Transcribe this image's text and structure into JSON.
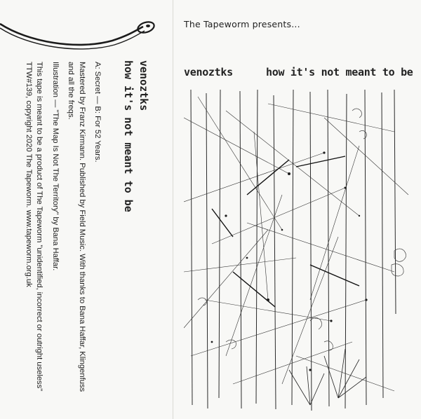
{
  "presents": "The Tapeworm presents...",
  "artist": "venoztks",
  "album": "how it's not meant to be",
  "spine": {
    "artist": "venoztks",
    "album": "how it's not meant to be"
  },
  "notes": {
    "tracks": "A: Secret — B: For 52 Years.",
    "credits_1": "Mastered by Franz Kirmann. Published by Field Music. With thanks to Bana Haffar, Klingenfuss",
    "credits_2": "and all the freqs.",
    "illustration": "Illustration — \"The Map Is Not The Territory\" by Bana Haffar.",
    "product": "This tape is meant to be a product of The Tapeworm \"unidentified, incorrect or outright useless\"",
    "copyright": "TTW#139, copyright 2020 The Tapeworm.  www.tapeworm.org.uk"
  },
  "colors": {
    "ink": "#1b1b1b",
    "paper": "#f8f8f6"
  },
  "illustration_icon": "abstract-line-drawing"
}
